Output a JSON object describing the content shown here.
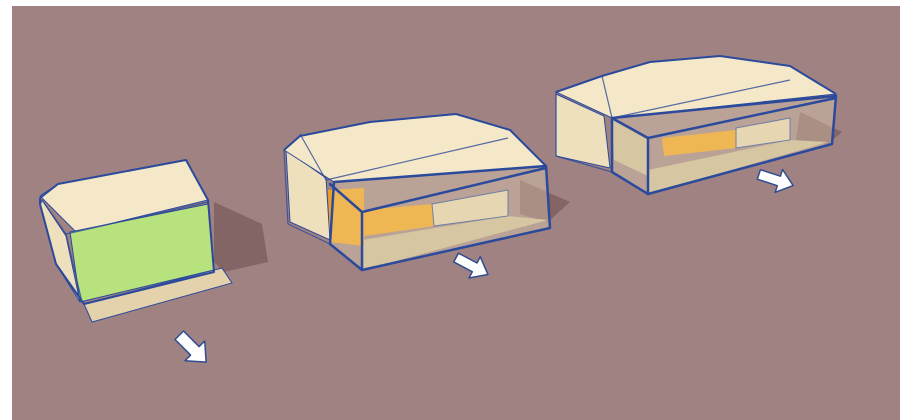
{
  "scene": {
    "colors": {
      "background": "#a08283",
      "wall_cream": "#efe0bd",
      "wall_shade": "#e3d2ac",
      "roof_top": "#f4e8c8",
      "green_face": "#b7e27d",
      "orange_face": "#f0a11c",
      "outline_blue": "#2b4a9b",
      "shadow": "#7f6061",
      "inner_shadow": "#c9b893",
      "arrow_fill": "#ffffff",
      "arrow_stroke": "#2f4d8f",
      "frame_white": "#ffffff"
    },
    "models": [
      {
        "name": "closed-house-model",
        "highlighted_face": "green",
        "has_section_box": false
      },
      {
        "name": "sectioned-house-model-front",
        "highlighted_face": "orange",
        "has_section_box": true
      },
      {
        "name": "sectioned-house-model-rear",
        "highlighted_face": "orange",
        "has_section_box": true
      }
    ],
    "pointer_icons": [
      "arrow-icon",
      "arrow-icon",
      "arrow-icon"
    ]
  }
}
